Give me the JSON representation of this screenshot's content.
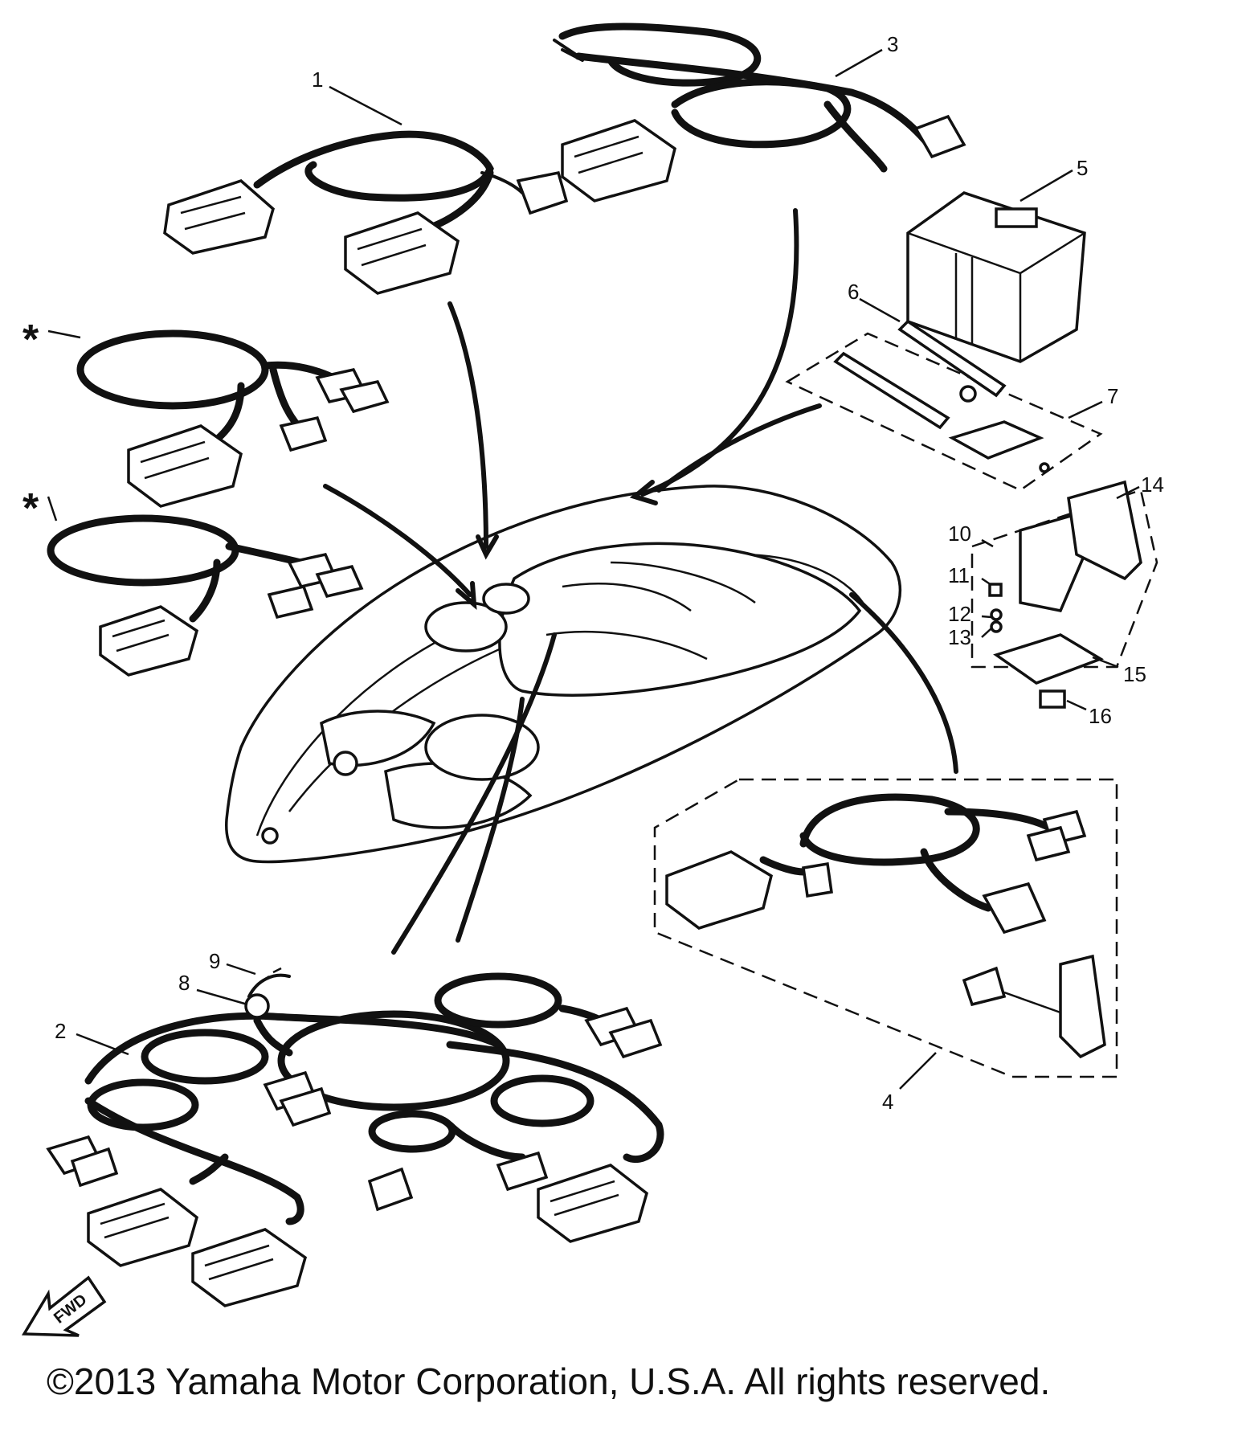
{
  "callouts": {
    "c1": "1",
    "c2": "2",
    "c3": "3",
    "c4": "4",
    "c5": "5",
    "c6": "6",
    "c7": "7",
    "c8": "8",
    "c9": "9",
    "c10": "10",
    "c11": "11",
    "c12": "12",
    "c13": "13",
    "c14": "14",
    "c15": "15",
    "c16": "16",
    "star_a": "*",
    "star_b": "*"
  },
  "fwd_label": "FWD",
  "copyright": "©2013 Yamaha Motor Corporation, U.S.A. All rights reserved."
}
